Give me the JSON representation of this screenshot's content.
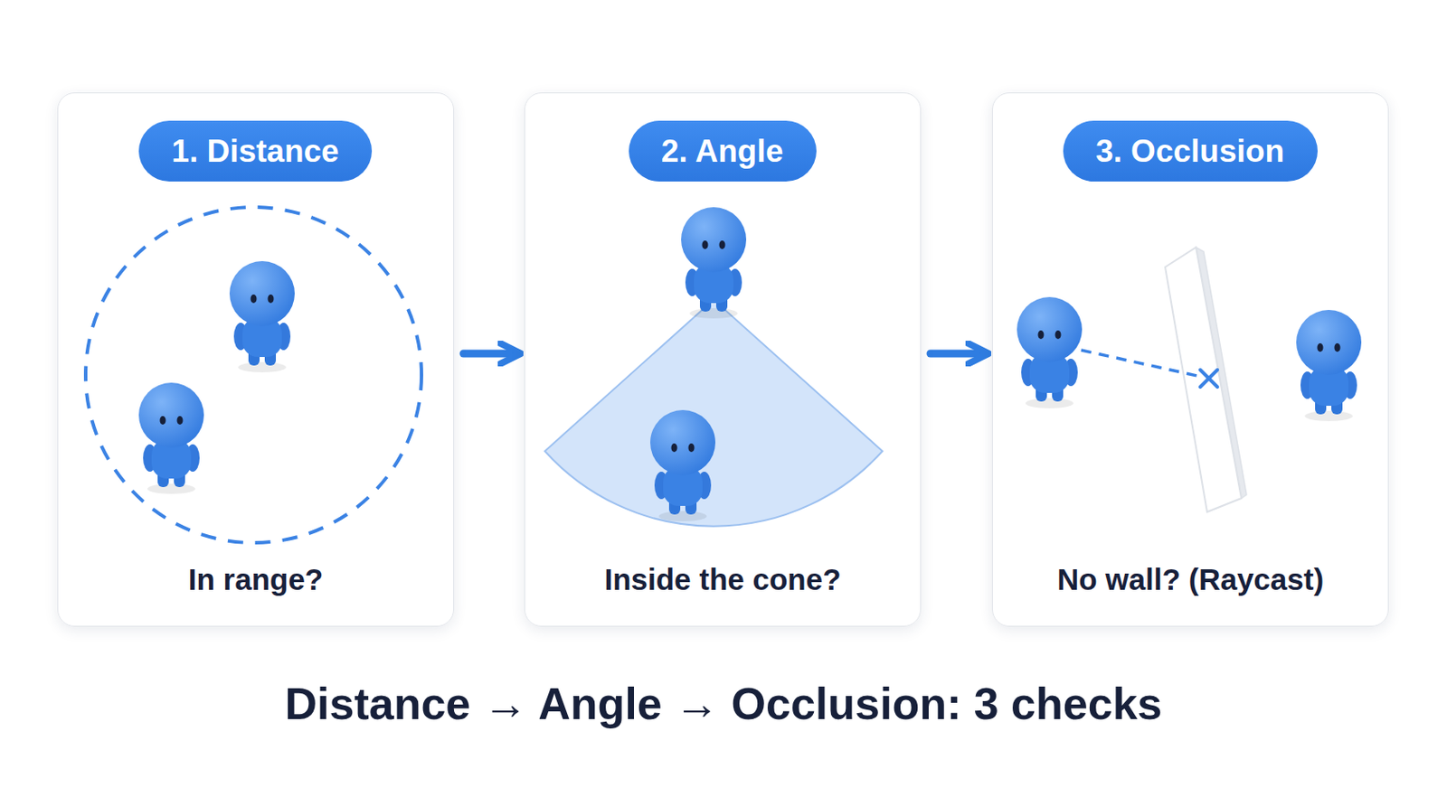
{
  "diagram": {
    "caption": "Distance → Angle → Occlusion: 3 checks",
    "nodes": [
      {
        "text": [
          "In range?"
        ]
      },
      {
        "text": [
          "1. Distance"
        ],
        "in": 0
      },
      {
        "text": [
          "Inside the cone?"
        ]
      },
      {
        "text": [
          "2. Angle"
        ],
        "in": 2
      },
      {
        "text": [
          "No wall? (Raycast)"
        ]
      },
      {
        "text": [
          "3. Occlusion"
        ],
        "in": 4
      }
    ],
    "edges": [
      {
        "from": 0,
        "to": 2,
        "arrow": "to"
      },
      {
        "from": 2,
        "to": 4,
        "arrow": "to"
      }
    ]
  }
}
